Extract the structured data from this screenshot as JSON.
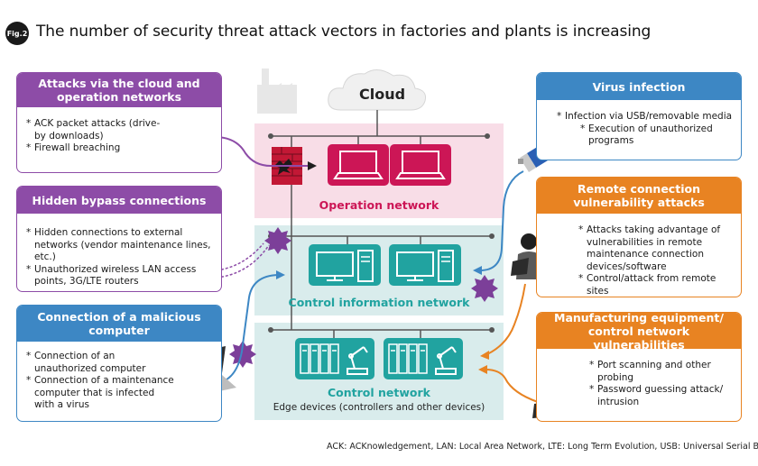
{
  "figure": {
    "tag": "Fig.2",
    "title": "The number of security threat attack vectors in factories and plants is increasing"
  },
  "cloud": {
    "label": "Cloud"
  },
  "networks": {
    "operation": "Operation network",
    "control_information": "Control information network",
    "control": "Control network",
    "edge_devices": "Edge devices (controllers and other devices)"
  },
  "threats": {
    "cloud_attacks": {
      "title": "Attacks via the cloud and operation networks",
      "items": [
        "ACK packet attacks (drive-by downloads)",
        "Firewall breaching"
      ]
    },
    "hidden_bypass": {
      "title": "Hidden bypass connections",
      "items": [
        "Hidden connections to external networks (vendor maintenance lines, etc.)",
        "Unauthorized wireless LAN access points, 3G/LTE routers"
      ]
    },
    "malicious_computer": {
      "title": "Connection of a malicious computer",
      "items": [
        "Connection of an unauthorized computer",
        "Connection of a maintenance computer that is infected with a virus"
      ]
    },
    "virus_infection": {
      "title": "Virus infection",
      "items": [
        "Infection via USB/removable media",
        "Execution of unauthorized programs"
      ]
    },
    "remote_connection": {
      "title": "Remote connection vulnerability attacks",
      "items": [
        "Attacks taking advantage of vulnerabilities in remote maintenance connection devices/software",
        "Control/attack from remote sites"
      ]
    },
    "manufacturing_equipment": {
      "title": "Manufacturing equipment/ control network vulnerabilities",
      "items": [
        "Port scanning and other probing",
        "Password guessing attack/ intrusion"
      ]
    }
  },
  "footnote": "ACK: ACKnowledgement, LAN: Local Area Network, LTE: Long Term Evolution, USB: Universal Serial Bus",
  "icons": [
    "factory-icon",
    "cloud-icon",
    "firewall-icon",
    "hacker-icon",
    "laptop-icon",
    "usb-drive-icon",
    "virus-icon",
    "monitor-icon",
    "server-icon",
    "controller-icon",
    "robot-arm-icon"
  ],
  "colors": {
    "purple": "#8d4ca7",
    "blue": "#3d87c4",
    "orange": "#e88322",
    "operation_zone": "#f8dde7",
    "control_zone": "#d9ecec",
    "operation_device": "#cc1656",
    "control_device": "#21a3a0"
  }
}
